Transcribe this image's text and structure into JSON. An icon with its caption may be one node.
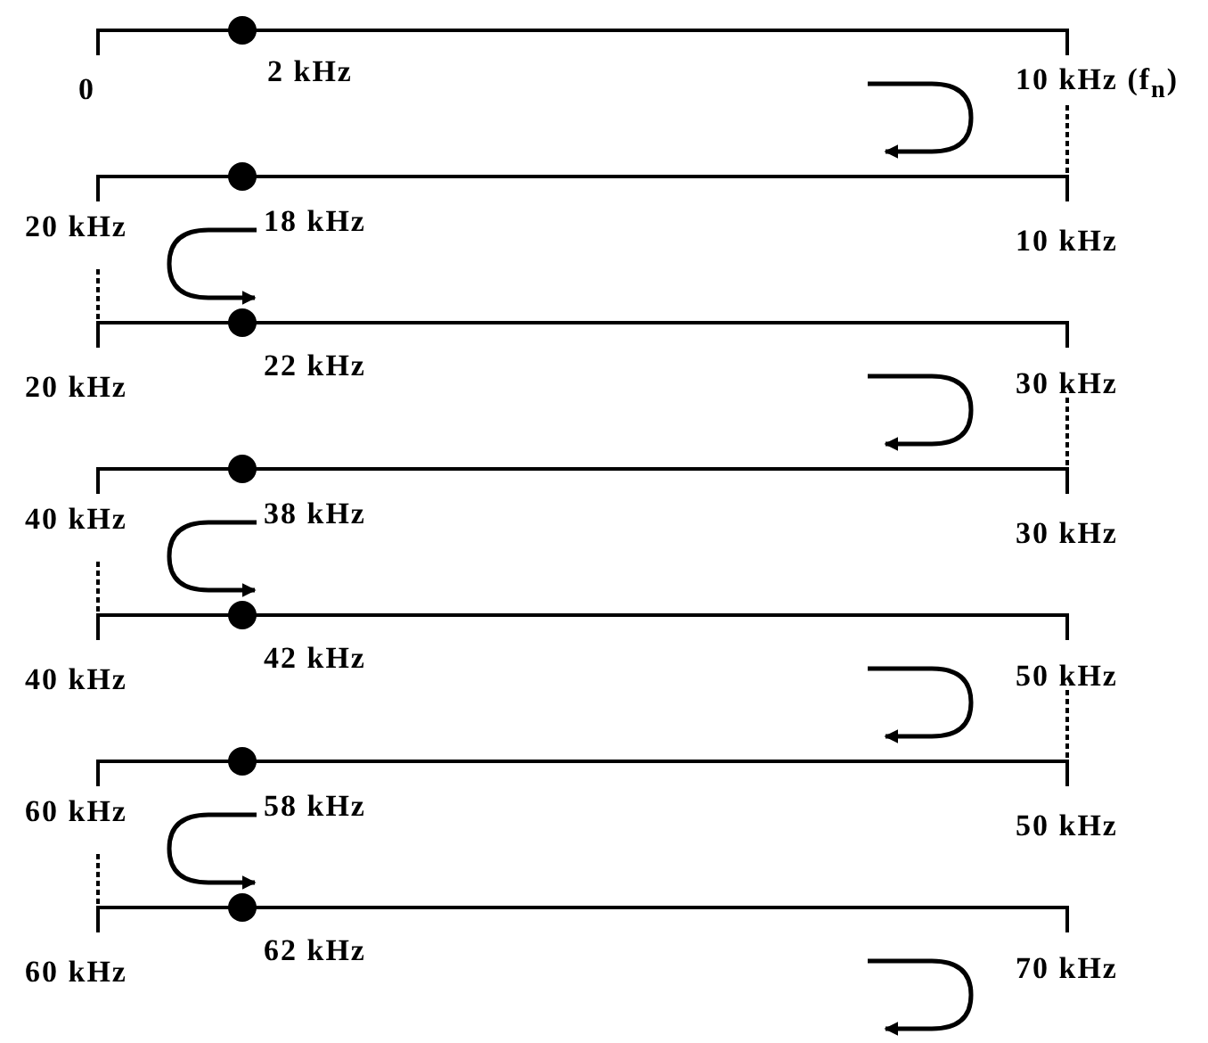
{
  "diagram": {
    "labels": [
      "0",
      "2 kHz",
      "10 kHz (f$_{n}$)",
      "20 kHz",
      "18 kHz",
      "10 kHz",
      "20 kHz",
      "22 kHz",
      "30 kHz",
      "40 kHz",
      "38 kHz",
      "30 kHz",
      "40 kHz",
      "42 kHz",
      "50 kHz",
      "60 kHz",
      "58 kHz",
      "50 kHz",
      "60 kHz",
      "62 kHz",
      "70 kHz"
    ]
  }
}
